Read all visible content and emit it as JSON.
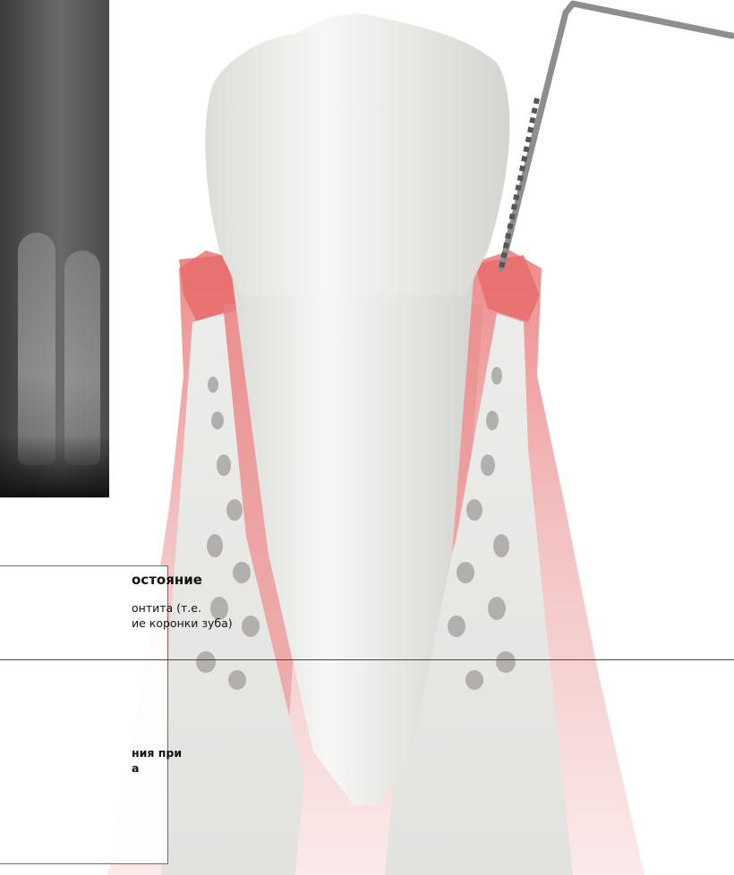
{
  "info_box": {
    "title": "остояние",
    "body_line1": "онтита (т.е.",
    "body_line2": "ие коронки зуба)",
    "bold_line1": "ния при",
    "bold_line2": "а"
  },
  "colors": {
    "gum": "#f3b5b5",
    "gum_inflamed": "#e85b5b",
    "bone": "#d9d9d9",
    "tooth": "#f6f6f4",
    "probe": "#8e8e8e"
  }
}
